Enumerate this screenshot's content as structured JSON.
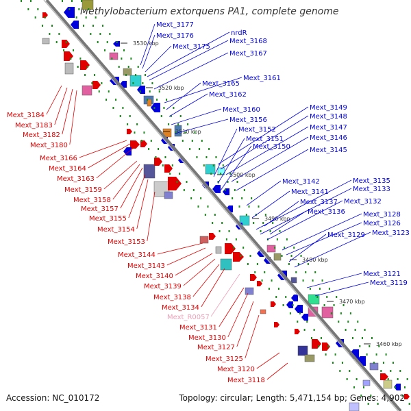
{
  "title": "Methylobacterium extorquens PA1, complete genome",
  "footer": {
    "accession": "Accession: NC_010172",
    "summary": "Topology: circular; Length: 5,471,154 bp; Genes: 4,902"
  },
  "colors": {
    "forward_gene": "#e00000",
    "reverse_gene": "#0000dd",
    "rna_gene": "#f0a0b8",
    "backbone": "#777777",
    "tick": "#1a8a1a"
  },
  "scale_ticks": [
    "3530 kbp",
    "3520 kbp",
    "3510 kbp",
    "3500 kbp",
    "3490 kbp",
    "3480 kbp",
    "3470 kbp",
    "3460 kbp"
  ],
  "right_labels": [
    "Mext_3177",
    "Mext_3176",
    "Mext_3175",
    "nrdR",
    "Mext_3168",
    "Mext_3167",
    "Mext_3161",
    "Mext_3165",
    "Mext_3162",
    "Mext_3160",
    "Mext_3156",
    "Mext_3149",
    "Mext_3148",
    "Mext_3152",
    "Mext_3147",
    "Mext_3151",
    "Mext_3146",
    "Mext_3150",
    "Mext_3145",
    "Mext_3142",
    "Mext_3135",
    "Mext_3141",
    "Mext_3133",
    "Mext_3137",
    "Mext_3132",
    "Mext_3136",
    "Mext_3128",
    "Mext_3126",
    "Mext_3129",
    "Mext_3123",
    "Mext_3121",
    "Mext_3119"
  ],
  "left_labels": [
    "Mext_3184",
    "Mext_3183",
    "Mext_3182",
    "Mext_3180",
    "Mext_3166",
    "Mext_3164",
    "Mext_3163",
    "Mext_3159",
    "Mext_3158",
    "Mext_3157",
    "Mext_3155",
    "Mext_3154",
    "Mext_3153",
    "Mext_3144",
    "Mext_3143",
    "Mext_3140",
    "Mext_3139",
    "Mext_3138",
    "Mext_3134",
    "Mext_R0057",
    "Mext_3131",
    "Mext_3130",
    "Mext_3127",
    "Mext_3125",
    "Mext_3120",
    "Mext_3118"
  ]
}
